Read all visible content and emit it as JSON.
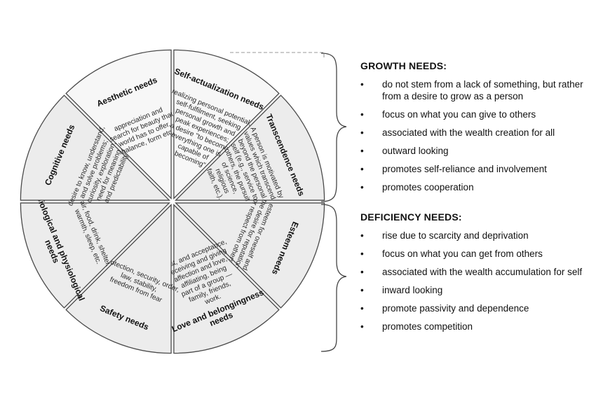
{
  "wheel": {
    "segments": [
      {
        "id": "aesthetic",
        "title": [
          "Aesthetic needs"
        ],
        "desc": [
          "appreciation and",
          "search for beauty that",
          "world has to offer,",
          "balance, form etc."
        ]
      },
      {
        "id": "self-actualization",
        "title": [
          "Self-actualization needs"
        ],
        "desc": [
          "realizing personal potential,",
          "self-fulfilment, seeking",
          "personal growth and",
          "peak experiences;",
          "a desire \"to become",
          "everything one is",
          "capable of",
          "becoming\""
        ]
      },
      {
        "id": "transcendence",
        "title": [
          "Transcendence needs"
        ],
        "desc": [
          "A person is motivated by",
          "values which transcend",
          "beyond the personal",
          "self (e.g., service to",
          "others, the pursuit",
          "of science,",
          "religious",
          "faith, etc.)."
        ]
      },
      {
        "id": "esteem",
        "title": [
          "Esteem needs"
        ],
        "desc": [
          "esteem for oneself and",
          "the desire for reputation",
          "or respect from others"
        ]
      },
      {
        "id": "love",
        "title": [
          "Love and belongingness",
          "needs"
        ],
        "desc": [
          "trust, and acceptance,",
          "receiving and giving",
          "affection and love,",
          "affiliating, being",
          "part of a group —",
          "family, friends,",
          "work."
        ]
      },
      {
        "id": "safety",
        "title": [
          "Safety needs"
        ],
        "desc": [
          "protection, security, order,",
          "law, stability,",
          "freedom from fear"
        ]
      },
      {
        "id": "biological",
        "title": [
          "Biological and physiological",
          "needs"
        ],
        "desc": [
          "air, food, drink, shelter,",
          "warmth, sleep, etc."
        ]
      },
      {
        "id": "cognitive",
        "title": [
          "Cognitive needs"
        ],
        "desc": [
          "desire to know, understand,",
          "and solve problems;",
          "curiosity, exploration,",
          "need for meaning",
          "and predictability"
        ]
      }
    ]
  },
  "growth": {
    "heading": "GROWTH NEEDS:",
    "bullet": "•",
    "items": [
      "do not stem from a lack of something, but rather from a desire to grow as a person",
      "focus on what you can give to others",
      "associated with the wealth creation for all",
      "outward looking",
      "promotes self-reliance and involvement",
      "promotes cooperation"
    ]
  },
  "deficiency": {
    "heading": "DEFICIENCY NEEDS:",
    "bullet": "•",
    "items": [
      "rise due to scarcity and deprivation",
      "focus on what you can get from others",
      "associated with the wealth accumulation for self",
      "inward looking",
      "promote passivity and dependence",
      "promotes competition"
    ]
  }
}
